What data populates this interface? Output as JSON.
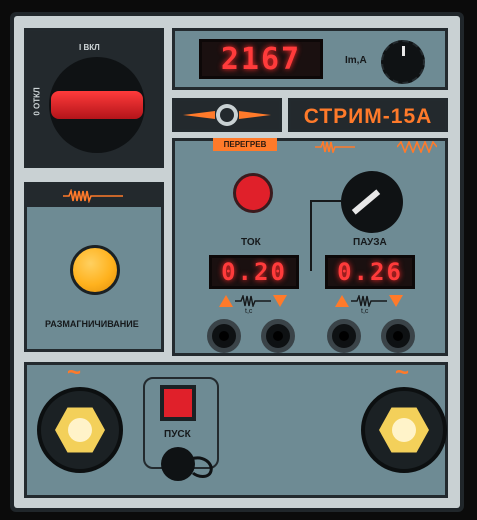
{
  "power_switch": {
    "on_label": "I ВКЛ",
    "off_label": "0 ОТКЛ"
  },
  "display_main": {
    "value": "2167"
  },
  "current_knob": {
    "label": "Im,A"
  },
  "brand": {
    "title": "СТРИМ-15А"
  },
  "indicators": {
    "overheat_label": "ПЕРЕГРЕВ"
  },
  "degauss": {
    "label": "РАЗМАГНИЧИВАНИЕ"
  },
  "current": {
    "label": "ТОК",
    "value": "0.20",
    "sub_label": "t,c"
  },
  "pause": {
    "label": "ПАУЗА",
    "value": "0.26",
    "sub_label": "t,c"
  },
  "start": {
    "label": "ПУСК"
  },
  "terminals": {
    "left_symbol": "~",
    "right_symbol": "~"
  },
  "colors": {
    "panel": "#6e8b94",
    "accent": "#ff7a2a",
    "led": "#ff3b3b",
    "lamp_red": "#e0202a",
    "lamp_yellow": "#ffb21e"
  }
}
